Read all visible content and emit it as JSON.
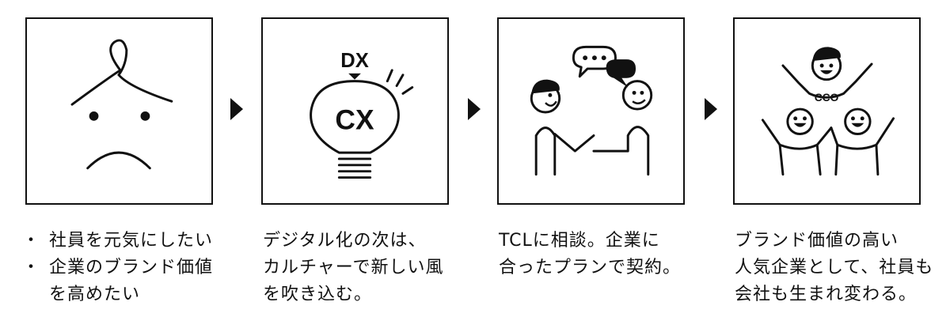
{
  "steps": [
    {
      "icon": "worried-face-icon",
      "caption": {
        "bullets": [
          "社員を元気にしたい",
          "企業のブランド価値を高めたい"
        ],
        "bullet_lines": [
          [
            "社員を元気にしたい"
          ],
          [
            "企業のブランド価値",
            "を高めたい"
          ]
        ]
      }
    },
    {
      "icon": "lightbulb-dx-cx-icon",
      "labels": {
        "top": "DX",
        "bulb": "CX"
      },
      "caption": {
        "lines": [
          "デジタル化の次は、",
          "カルチャーで新しい風",
          "を吹き込む。"
        ]
      }
    },
    {
      "icon": "consultation-icon",
      "caption": {
        "lines": [
          "TCLに相談。企業に",
          "合ったプランで契約。"
        ]
      }
    },
    {
      "icon": "happy-employees-cco-icon",
      "labels": {
        "badge": "CCO"
      },
      "caption": {
        "lines": [
          "ブランド価値の高い",
          "人気企業として、社員も",
          "会社も生まれ変わる。"
        ]
      }
    }
  ],
  "colors": {
    "ink": "#111111",
    "background": "#ffffff"
  }
}
